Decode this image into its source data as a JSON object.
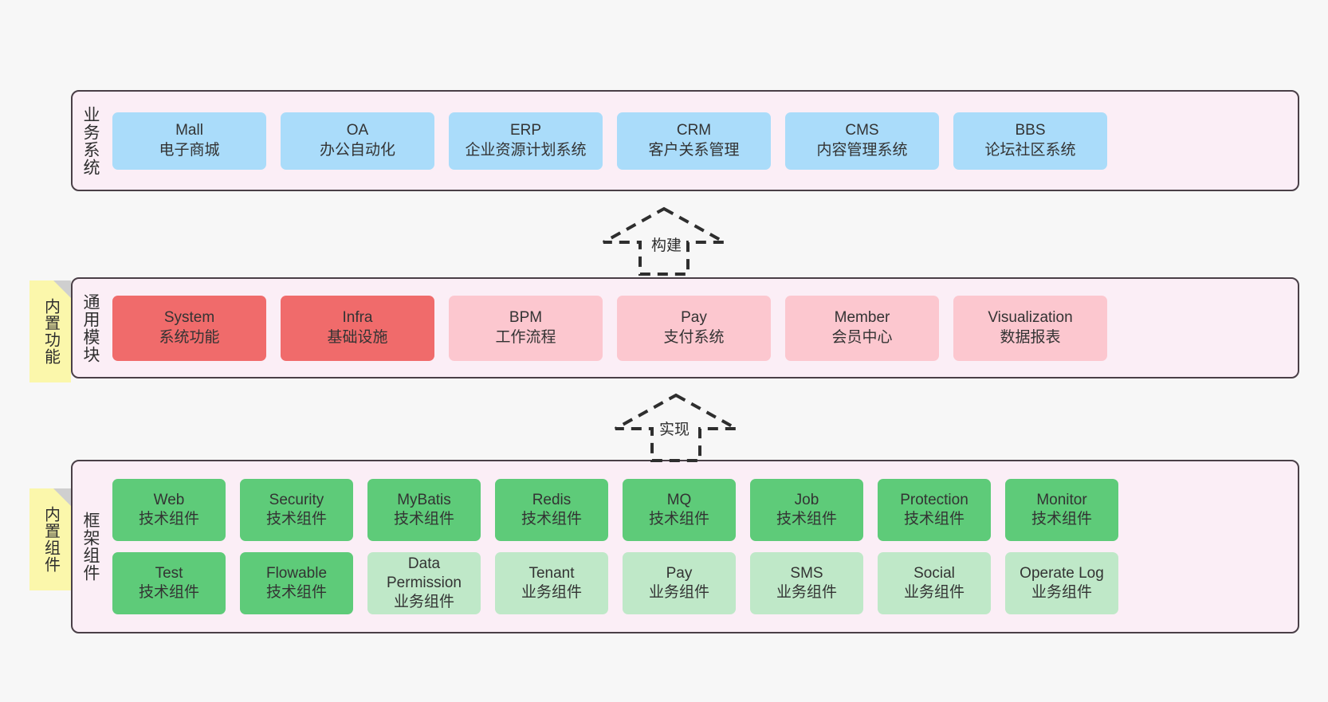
{
  "diagram": {
    "background_color": "#f7f7f7",
    "panel_fill": "#fbeef6",
    "panel_border": "#4a3f47",
    "sticky_fill": "#fbf7ab"
  },
  "layers": {
    "business": {
      "title": "业务系统",
      "accent": "#aadcfa",
      "items": [
        {
          "title": "Mall",
          "sub": "电子商城",
          "variant": "c-blue"
        },
        {
          "title": "OA",
          "sub": "办公自动化",
          "variant": "c-blue"
        },
        {
          "title": "ERP",
          "sub": "企业资源计划系统",
          "variant": "c-blue"
        },
        {
          "title": "CRM",
          "sub": "客户关系管理",
          "variant": "c-blue"
        },
        {
          "title": "CMS",
          "sub": "内容管理系统",
          "variant": "c-blue"
        },
        {
          "title": "BBS",
          "sub": "论坛社区系统",
          "variant": "c-blue"
        }
      ]
    },
    "common": {
      "title": "通用模块",
      "sticky": "内置功能",
      "accent_strong": "#f06b6b",
      "accent_light": "#fcc7cf",
      "items": [
        {
          "title": "System",
          "sub": "系统功能",
          "variant": "c-red-strong"
        },
        {
          "title": "Infra",
          "sub": "基础设施",
          "variant": "c-red-strong"
        },
        {
          "title": "BPM",
          "sub": "工作流程",
          "variant": "c-red-light"
        },
        {
          "title": "Pay",
          "sub": "支付系统",
          "variant": "c-red-light"
        },
        {
          "title": "Member",
          "sub": "会员中心",
          "variant": "c-red-light"
        },
        {
          "title": "Visualization",
          "sub": "数据报表",
          "variant": "c-red-light"
        }
      ]
    },
    "framework": {
      "title": "框架组件",
      "sticky": "内置组件",
      "accent_strong": "#5ecb79",
      "accent_light": "#bfe8c8",
      "row1": [
        {
          "title": "Web",
          "sub": "技术组件",
          "variant": "c-green-strong"
        },
        {
          "title": "Security",
          "sub": "技术组件",
          "variant": "c-green-strong"
        },
        {
          "title": "MyBatis",
          "sub": "技术组件",
          "variant": "c-green-strong"
        },
        {
          "title": "Redis",
          "sub": "技术组件",
          "variant": "c-green-strong"
        },
        {
          "title": "MQ",
          "sub": "技术组件",
          "variant": "c-green-strong"
        },
        {
          "title": "Job",
          "sub": "技术组件",
          "variant": "c-green-strong"
        },
        {
          "title": "Protection",
          "sub": "技术组件",
          "variant": "c-green-strong"
        },
        {
          "title": "Monitor",
          "sub": "技术组件",
          "variant": "c-green-strong"
        }
      ],
      "row2": [
        {
          "title": "Test",
          "sub": "技术组件",
          "variant": "c-green-strong"
        },
        {
          "title": "Flowable",
          "sub": "技术组件",
          "variant": "c-green-strong"
        },
        {
          "title": "Data Permission",
          "sub": "业务组件",
          "variant": "c-green-light"
        },
        {
          "title": "Tenant",
          "sub": "业务组件",
          "variant": "c-green-light"
        },
        {
          "title": "Pay",
          "sub": "业务组件",
          "variant": "c-green-light"
        },
        {
          "title": "SMS",
          "sub": "业务组件",
          "variant": "c-green-light"
        },
        {
          "title": "Social",
          "sub": "业务组件",
          "variant": "c-green-light"
        },
        {
          "title": "Operate Log",
          "sub": "业务组件",
          "variant": "c-green-light"
        }
      ]
    }
  },
  "connectors": [
    {
      "name": "build",
      "label": "构建"
    },
    {
      "name": "implement",
      "label": "实现"
    }
  ]
}
